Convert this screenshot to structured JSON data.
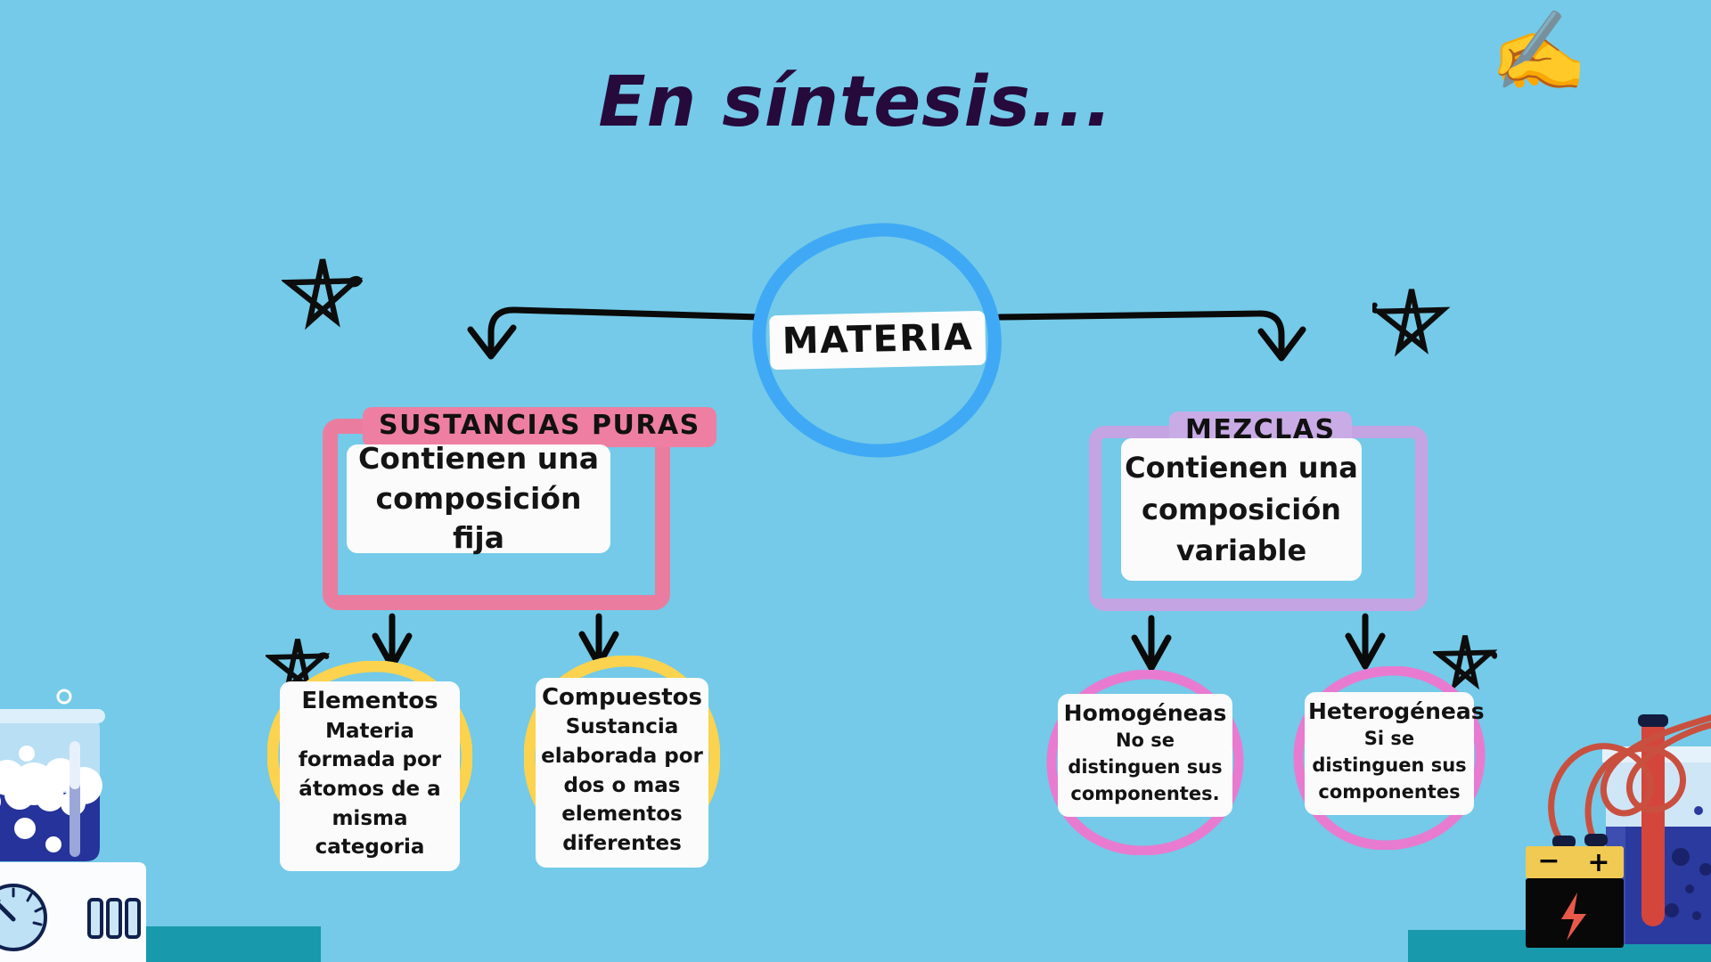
{
  "slide": {
    "title": "En síntesis...",
    "background_color": "#74CAE8",
    "title_color": "#260A3C",
    "decor_icon": "writing-hand-emoji",
    "decor_icon_glyph": "✍️",
    "star_count": 4
  },
  "diagram_data": {
    "type": "concept-map",
    "root": {
      "label": "MATERIA",
      "shape": "circle",
      "accent_color": "#3FA9F5"
    },
    "branches": [
      {
        "id": "sustancias-puras",
        "title": "SUSTANCIAS PURAS",
        "description": "Contienen una composición fija",
        "accent_color": "#EA7D9F",
        "children": [
          {
            "id": "elementos",
            "heading": "Elementos",
            "detail": "Materia formada por átomos de a misma categoria",
            "accent_color": "#FBD34E"
          },
          {
            "id": "compuestos",
            "heading": "Compuestos",
            "detail": "Sustancia elaborada por dos o mas elementos diferentes",
            "accent_color": "#FBD34E"
          }
        ]
      },
      {
        "id": "mezclas",
        "title": "MEZCLAS",
        "description": "Contienen una composición variable",
        "accent_color": "#C4A4E2",
        "children": [
          {
            "id": "homogeneas",
            "heading": "Homogéneas",
            "detail": "No se distinguen sus componentes.",
            "accent_color": "#E87BD0"
          },
          {
            "id": "heterogeneas",
            "heading": "Heterogéneas",
            "detail": "Si se distinguen sus componentes",
            "accent_color": "#E87BD0"
          }
        ]
      }
    ]
  },
  "decorations": {
    "left_illustration": "beaker-on-hotplate-illustration",
    "right_illustration": "battery-electrolysis-illustration",
    "hotplate_dial": "gauge-dial-icon",
    "hotplate_vents": "vent-bars-icon",
    "battery_minus": "−",
    "battery_plus": "+",
    "battery_bolt": "lightning-bolt-icon"
  }
}
